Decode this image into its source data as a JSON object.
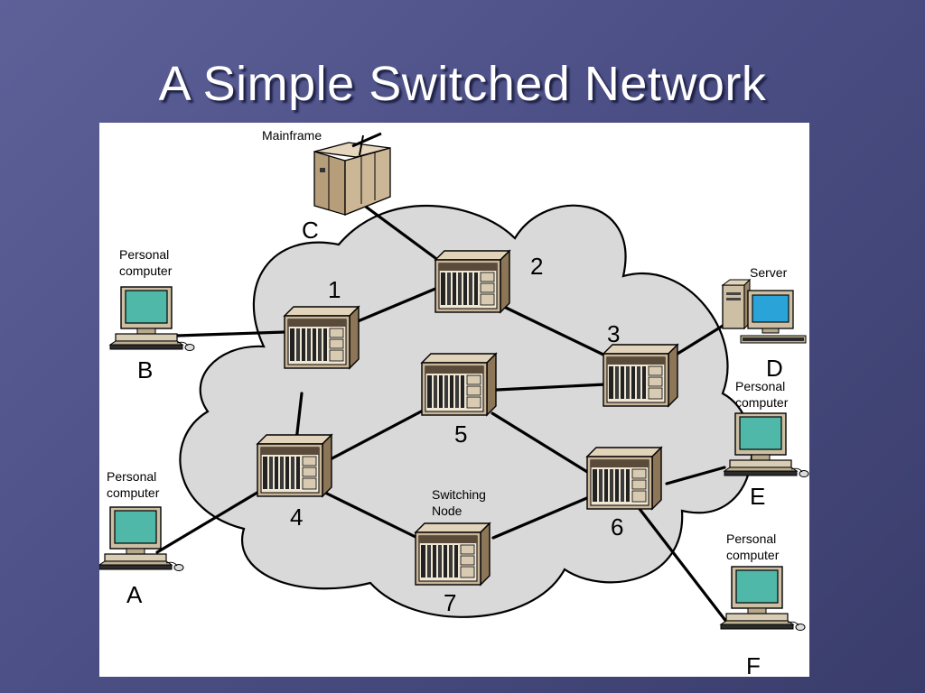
{
  "slide": {
    "title": "A Simple Switched Network"
  },
  "diagram": {
    "device_labels": {
      "mainframe": "Mainframe",
      "server": "Server",
      "pc_b": "Personal computer",
      "pc_a": "Personal computer",
      "pc_e": "Personal computer",
      "pc_f": "Personal computer",
      "switching_node": "Switching Node"
    },
    "stations": {
      "a": "A",
      "b": "B",
      "c": "C",
      "d": "D",
      "e": "E",
      "f": "F"
    },
    "nodes": {
      "n1": "1",
      "n2": "2",
      "n3": "3",
      "n4": "4",
      "n5": "5",
      "n6": "6",
      "n7": "7"
    },
    "colors": {
      "cloud_fill": "#d9d9d9",
      "cabinet": "#c9b597",
      "screen_teal": "#4fb8a8",
      "screen_blue": "#2aa3d8"
    }
  }
}
